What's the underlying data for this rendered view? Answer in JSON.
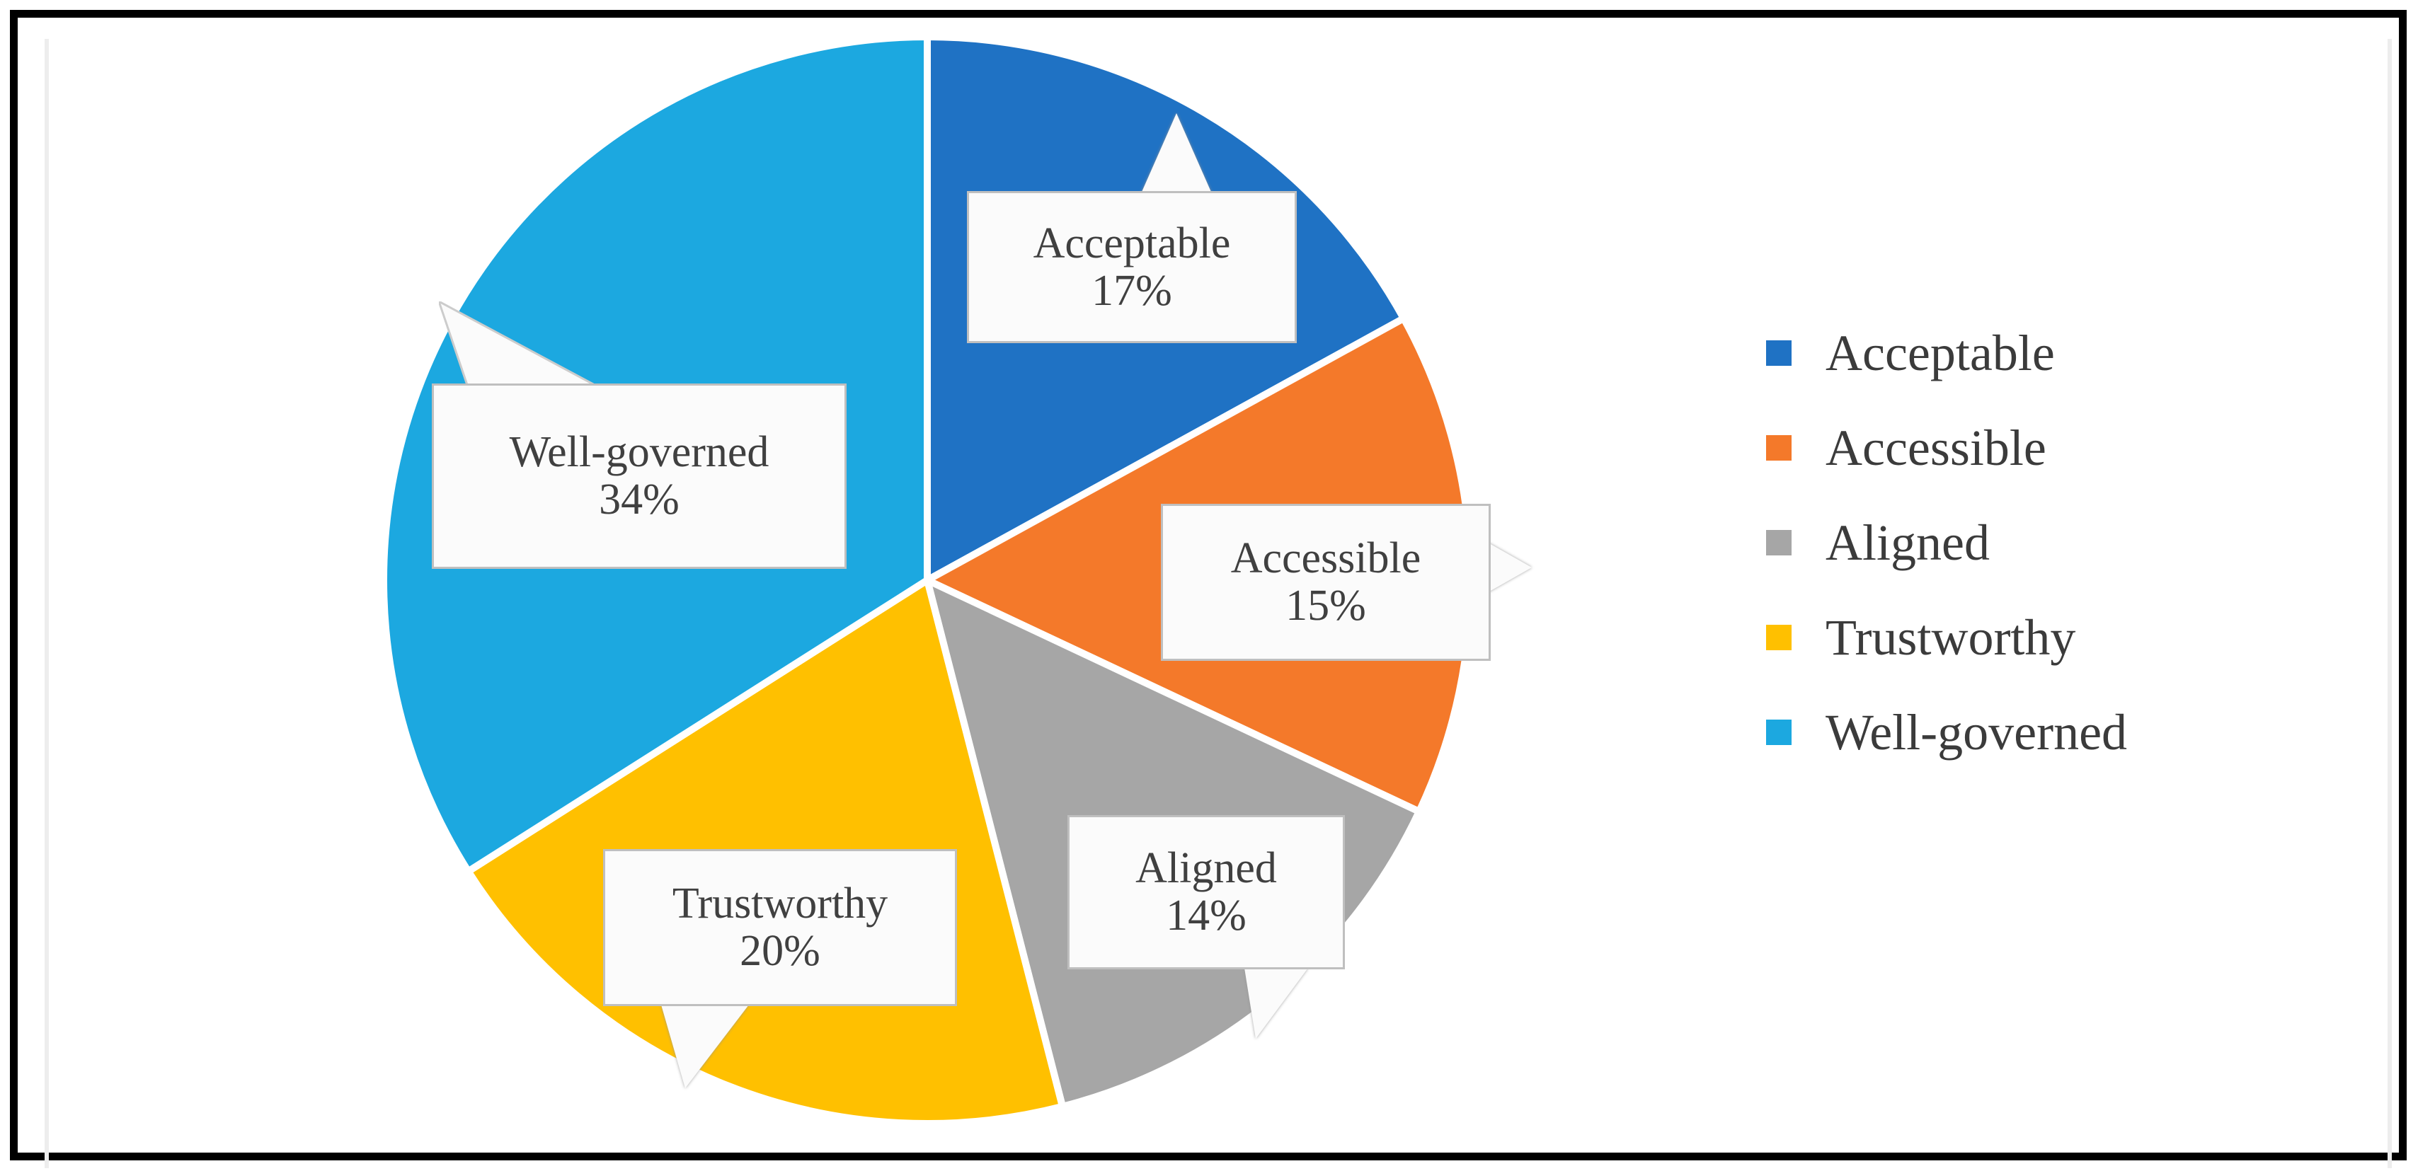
{
  "frame": {
    "border_color": "#000000"
  },
  "chart_data": {
    "type": "pie",
    "title": "",
    "subtitle": "",
    "xlabel": "",
    "ylabel": "",
    "legend_position": "right",
    "start_angle_deg": 0,
    "direction": "clockwise",
    "units": "percent",
    "categories": [
      "Acceptable",
      "Accessible",
      "Aligned",
      "Trustworthy",
      "Well-governed"
    ],
    "values": [
      17,
      15,
      14,
      20,
      34
    ],
    "colors": [
      "#1F72C4",
      "#F4792A",
      "#A6A6A6",
      "#FFC000",
      "#1CA8E0"
    ],
    "slice_border_color": "#FFFFFF",
    "data_labels": [
      {
        "category": "Acceptable",
        "percent_text": "17%",
        "label_text": "Acceptable"
      },
      {
        "category": "Accessible",
        "percent_text": "15%",
        "label_text": "Accessible"
      },
      {
        "category": "Aligned",
        "percent_text": "14%",
        "label_text": "Aligned"
      },
      {
        "category": "Trustworthy",
        "percent_text": "20%",
        "label_text": "Trustworthy"
      },
      {
        "category": "Well-governed",
        "percent_text": "34%",
        "label_text": "Well-governed"
      }
    ]
  },
  "callouts": [
    {
      "id": "acceptable",
      "name": "Acceptable",
      "percent": "17%"
    },
    {
      "id": "accessible",
      "name": "Accessible",
      "percent": "15%"
    },
    {
      "id": "aligned",
      "name": "Aligned",
      "percent": "14%"
    },
    {
      "id": "trustworthy",
      "name": "Trustworthy",
      "percent": "20%"
    },
    {
      "id": "wellgoverned",
      "name": "Well-governed",
      "percent": "34%"
    }
  ],
  "legend": {
    "items": [
      {
        "label": "Acceptable",
        "color": "#1F72C4"
      },
      {
        "label": "Accessible",
        "color": "#F4792A"
      },
      {
        "label": "Aligned",
        "color": "#A6A6A6"
      },
      {
        "label": "Trustworthy",
        "color": "#FFC000"
      },
      {
        "label": "Well-governed",
        "color": "#1CA8E0"
      }
    ]
  }
}
